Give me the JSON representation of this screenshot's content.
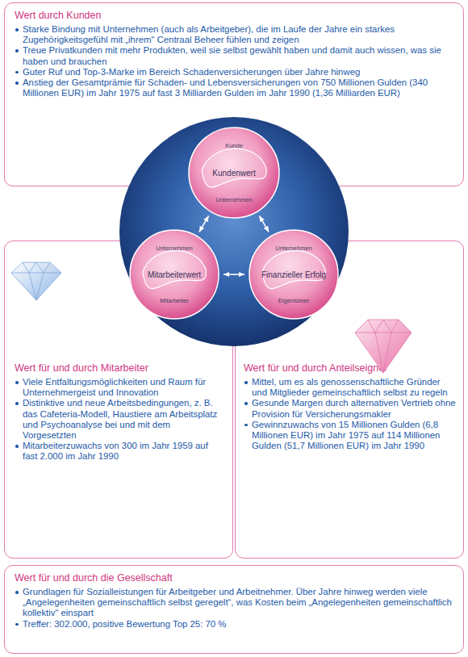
{
  "diagram": {
    "nodes": [
      {
        "text": [
          "Wert durch Kunden",
          "Starke Bindung mit Unternehmen (auch als Arbeitgeber), die im Laufe der Jahre ein starkes Zugehörigkeitsgefühl mit „ihrem“ Centraal Beheer fühlen und zeigen",
          "Treue Privatkunden mit mehr Produkten, weil sie selbst gewählt haben und damit auch wissen, was sie haben und brauchen",
          "Guter Ruf und Top-3-Marke im Bereich Schadenversicherungen über Jahre hinweg",
          "Anstieg der Gesamtprämie für Schaden- und Lebensversicherungen von 750 Millionen Gulden (340 Millionen EUR) im Jahr 1975 auf fast 3 Milliarden Gulden im Jahr 1990 (1,36 Milliarden EUR)"
        ]
      },
      {
        "text": [
          "Kunde",
          "Kundenwert",
          "Unternehmen"
        ]
      },
      {
        "text": [
          "Unternehmen",
          "Mitarbeiterwert",
          "Mitarbeiter"
        ]
      },
      {
        "text": [
          "Unternehmen",
          "Finanzieller Erfolg",
          "Eigentümer"
        ]
      },
      {
        "text": [
          "Wert für und durch Mitarbeiter",
          "Viele Entfaltungsmöglichkeiten und Raum für Unternehmergeist und Innovation",
          "Distinktive und neue Arbeitsbedingungen, z. B. das Cafeteria-Modell, Haustiere am Arbeitsplatz und Psychoanalyse bei und mit dem Vorgesetzten",
          "Mitarbeiterzuwachs von 300 im Jahr 1959 auf fast 2.000 im Jahr 1990"
        ]
      },
      {
        "text": [
          "Wert für und durch Anteilseigner",
          "Mittel, um es als genossenschaftliche Gründer und Mitglieder gemeinschaftlich selbst zu regeln",
          "Gesunde Margen durch alternativen Vertrieb ohne Provision für Versicherungsmakler",
          "Gewinnzuwachs von 15 Millionen Gulden (6,8 Millionen EUR) im Jahr 1975 auf 114 Millionen Gulden (51,7 Millionen EUR) im Jahr 1990"
        ]
      },
      {
        "text": [
          "Wert für und durch die Gesellschaft",
          "Grundlagen für Sozialleistungen für Arbeitgeber und Arbeitnehmer. Über Jahre hinweg werden viele „Angelegenheiten gemeinschaftlich selbst geregelt“, was Kosten beim „Angelegenheiten gemeinschaftlich kollektiv“ einspart",
          "Treffer: 302.000, positive Bewertung Top 25: 70 %"
        ]
      }
    ],
    "edges": [
      {
        "from": 1,
        "to": 2,
        "arrow": "both"
      },
      {
        "from": 1,
        "to": 3,
        "arrow": "both"
      },
      {
        "from": 2,
        "to": 3,
        "arrow": "both"
      }
    ]
  }
}
